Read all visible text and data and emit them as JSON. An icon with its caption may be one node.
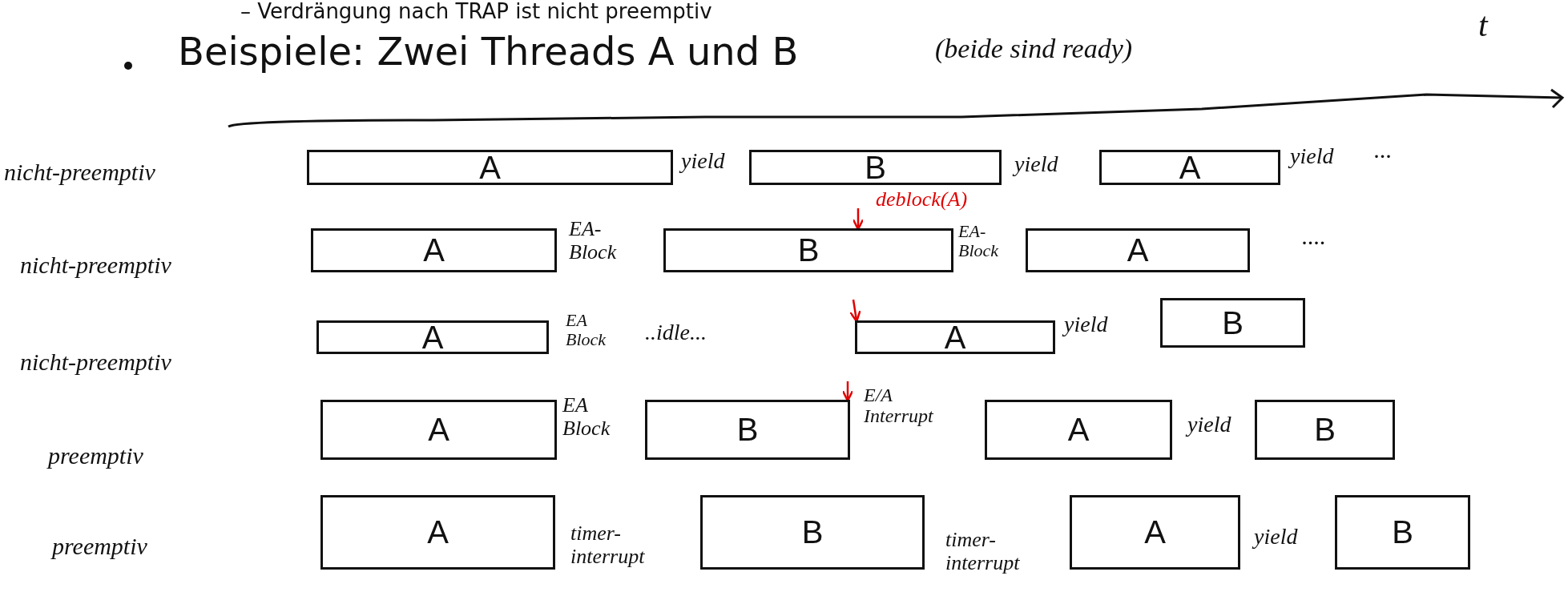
{
  "diagram": {
    "nodes": [
      {
        "text": [
          "A"
        ]
      },
      {
        "text": [
          "B"
        ]
      },
      {
        "text": [
          "A"
        ]
      },
      {
        "text": [
          "A"
        ]
      },
      {
        "text": [
          "B"
        ]
      },
      {
        "text": [
          "A"
        ]
      },
      {
        "text": [
          "A"
        ]
      },
      {
        "text": [
          "A"
        ]
      },
      {
        "text": [
          "B"
        ]
      },
      {
        "text": [
          "A"
        ]
      },
      {
        "text": [
          "B"
        ]
      },
      {
        "text": [
          "A"
        ]
      },
      {
        "text": [
          "B"
        ]
      },
      {
        "text": [
          "A"
        ]
      },
      {
        "text": [
          "B"
        ]
      },
      {
        "text": [
          "A"
        ]
      },
      {
        "text": [
          "B"
        ]
      }
    ],
    "edges": [
      {
        "from": null,
        "to": 4,
        "arrow": "to",
        "label": "deblock(A)"
      },
      {
        "from": null,
        "to": 7,
        "arrow": "to"
      },
      {
        "from": null,
        "to": 10,
        "arrow": "to"
      }
    ],
    "labels": [
      "– Verdrängung nach TRAP ist nicht preemptiv",
      "Beispiele: Zwei Threads A und B",
      "(beide sind ready)",
      "t",
      "nicht-preemptiv",
      "yield",
      "yield",
      "yield",
      "...",
      "nicht-preemptiv",
      "EA- Block",
      "EA- Block",
      "....",
      "nicht-preemptiv",
      "EA Block",
      "..idle...",
      "yield",
      "preemptiv",
      "EA Block",
      "E/A Interrupt",
      "yield",
      "preemptiv",
      "timer- interrupt",
      "timer- interrupt",
      "yield"
    ]
  }
}
